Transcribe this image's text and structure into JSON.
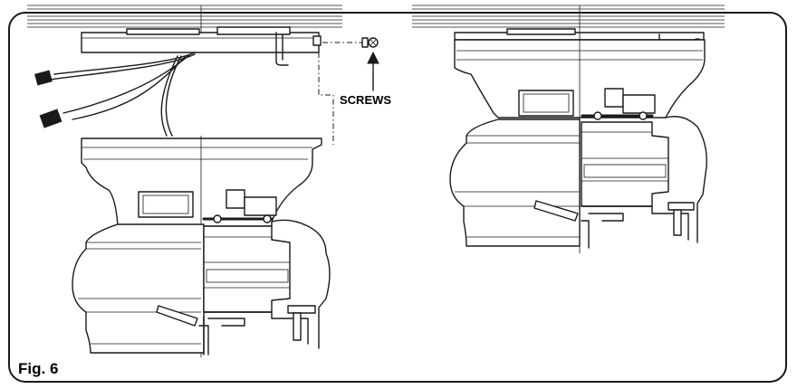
{
  "figure": {
    "label": "Fig. 6",
    "callouts": {
      "screws": "SCREWS"
    }
  },
  "panels": [
    {
      "state": "before-assembly",
      "parts": [
        "ceiling",
        "mounting-plate",
        "canopy-screws",
        "wire-connectors",
        "canopy",
        "motor-housing",
        "switch-housing"
      ]
    },
    {
      "state": "after-assembly",
      "parts": [
        "ceiling",
        "mounting-plate",
        "canopy",
        "motor-housing",
        "switch-housing"
      ]
    }
  ],
  "colors": {
    "line": "#1a1a1a",
    "background": "#ffffff"
  }
}
